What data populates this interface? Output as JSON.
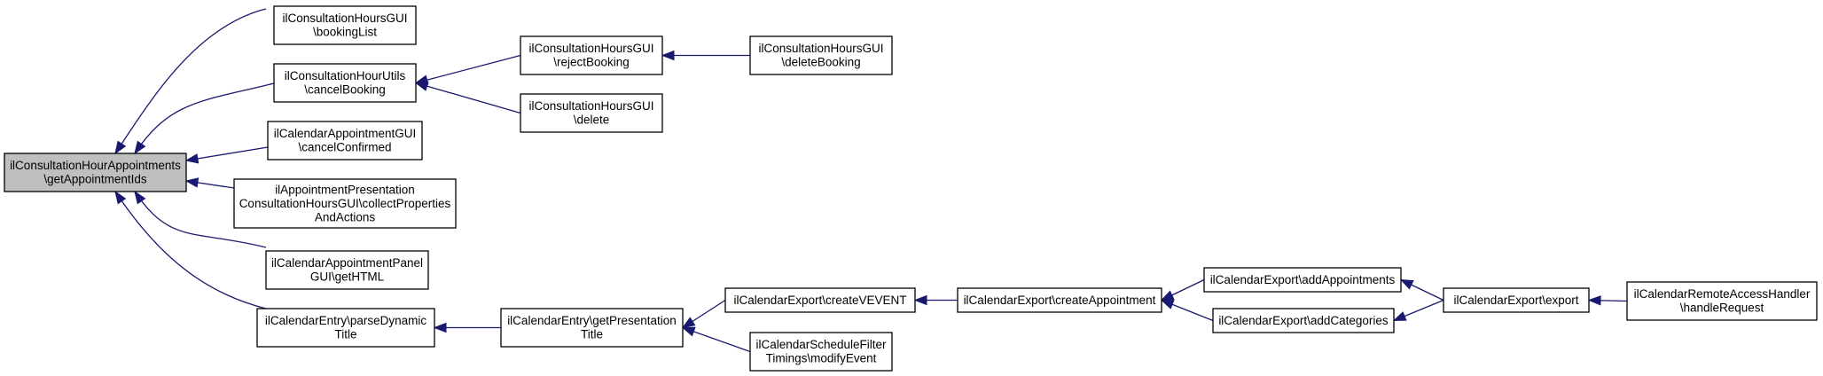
{
  "graph": {
    "nodes": [
      {
        "id": "root",
        "lines": [
          "ilConsultationHourAppointments",
          "\\getAppointmentIds"
        ],
        "highlight": true
      },
      {
        "id": "bookingList",
        "lines": [
          "ilConsultationHoursGUI",
          "\\bookingList"
        ]
      },
      {
        "id": "cancelBooking",
        "lines": [
          "ilConsultationHourUtils",
          "\\cancelBooking"
        ]
      },
      {
        "id": "cancelConfirmed",
        "lines": [
          "ilCalendarAppointmentGUI",
          "\\cancelConfirmed"
        ]
      },
      {
        "id": "collectProps",
        "lines": [
          "ilAppointmentPresentation",
          "ConsultationHoursGUI\\collectProperties",
          "AndActions"
        ]
      },
      {
        "id": "panelGetHTML",
        "lines": [
          "ilCalendarAppointmentPanel",
          "GUI\\getHTML"
        ]
      },
      {
        "id": "parseDynamic",
        "lines": [
          "ilCalendarEntry\\parseDynamic",
          "Title"
        ]
      },
      {
        "id": "rejectBooking",
        "lines": [
          "ilConsultationHoursGUI",
          "\\rejectBooking"
        ]
      },
      {
        "id": "deleteBooking",
        "lines": [
          "ilConsultationHoursGUI",
          "\\deleteBooking"
        ]
      },
      {
        "id": "delete",
        "lines": [
          "ilConsultationHoursGUI",
          "\\delete"
        ]
      },
      {
        "id": "getPresentation",
        "lines": [
          "ilCalendarEntry\\getPresentation",
          "Title"
        ]
      },
      {
        "id": "createVEVENT",
        "lines": [
          "ilCalendarExport\\createVEVENT"
        ]
      },
      {
        "id": "modifyEvent",
        "lines": [
          "ilCalendarScheduleFilter",
          "Timings\\modifyEvent"
        ]
      },
      {
        "id": "createAppointment",
        "lines": [
          "ilCalendarExport\\createAppointment"
        ]
      },
      {
        "id": "addAppointments",
        "lines": [
          "ilCalendarExport\\addAppointments"
        ]
      },
      {
        "id": "addCategories",
        "lines": [
          "ilCalendarExport\\addCategories"
        ]
      },
      {
        "id": "export",
        "lines": [
          "ilCalendarExport\\export"
        ]
      },
      {
        "id": "handleRequest",
        "lines": [
          "ilCalendarRemoteAccessHandler",
          "\\handleRequest"
        ]
      }
    ],
    "edges": [
      {
        "from": "bookingList",
        "to": "root"
      },
      {
        "from": "cancelBooking",
        "to": "root"
      },
      {
        "from": "cancelConfirmed",
        "to": "root"
      },
      {
        "from": "collectProps",
        "to": "root"
      },
      {
        "from": "panelGetHTML",
        "to": "root"
      },
      {
        "from": "parseDynamic",
        "to": "root"
      },
      {
        "from": "rejectBooking",
        "to": "cancelBooking"
      },
      {
        "from": "delete",
        "to": "cancelBooking"
      },
      {
        "from": "deleteBooking",
        "to": "rejectBooking"
      },
      {
        "from": "getPresentation",
        "to": "parseDynamic"
      },
      {
        "from": "createVEVENT",
        "to": "getPresentation"
      },
      {
        "from": "modifyEvent",
        "to": "getPresentation"
      },
      {
        "from": "createAppointment",
        "to": "createVEVENT"
      },
      {
        "from": "addAppointments",
        "to": "createAppointment"
      },
      {
        "from": "addCategories",
        "to": "createAppointment"
      },
      {
        "from": "export",
        "to": "addAppointments"
      },
      {
        "from": "export",
        "to": "addCategories"
      },
      {
        "from": "handleRequest",
        "to": "export"
      }
    ],
    "colors": {
      "edge": "#191970",
      "node_border": "#000000",
      "node_fill": "#ffffff",
      "root_fill": "#bfbfbf",
      "text": "#000000"
    }
  }
}
